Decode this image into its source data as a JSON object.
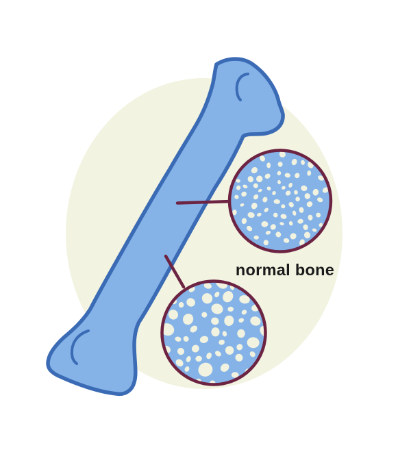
{
  "illustration": {
    "label": "normal bone",
    "colors": {
      "background": "#FFFFFF",
      "backdrop": "#F2F3E1",
      "bone_fill": "#85B3E8",
      "bone_outline": "#3A6BB4",
      "inset_fill": "#85B3E8",
      "inset_outline": "#6D2342",
      "pore_fill": "#F1F2DF",
      "connector": "#6D2342",
      "label_color": "#1A1A1A"
    },
    "insets": {
      "upper": {
        "texture": "fine",
        "count": 72,
        "r_min": 3.0,
        "r_max": 5.2,
        "gap": 2.6,
        "edge_inset": 5,
        "seed": 11
      },
      "lower": {
        "texture": "coarse",
        "count": 52,
        "r_min": 4.0,
        "r_max": 11.0,
        "gap": 2.2,
        "edge_inset": 0,
        "seed": 5
      }
    }
  }
}
